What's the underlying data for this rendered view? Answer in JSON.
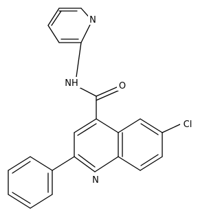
{
  "molecule": {
    "atom_labels": {
      "pyridine_n": "N",
      "amide_nh": "NH",
      "carbonyl_o": "O",
      "chlorine": "Cl",
      "quinoline_n": "N"
    }
  }
}
